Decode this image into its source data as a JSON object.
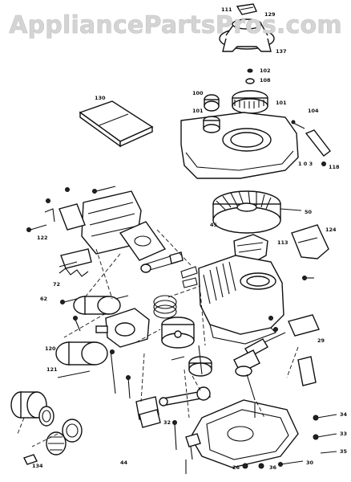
{
  "watermark": "AppliancePartsPros.com",
  "labels": [
    {
      "id": "111",
      "text": "111"
    },
    {
      "id": "129",
      "text": "129"
    },
    {
      "id": "137",
      "text": "137"
    },
    {
      "id": "102",
      "text": "102"
    },
    {
      "id": "108",
      "text": "108"
    },
    {
      "id": "130",
      "text": "130"
    },
    {
      "id": "100",
      "text": "100"
    },
    {
      "id": "101a",
      "text": "101"
    },
    {
      "id": "101b",
      "text": "101"
    },
    {
      "id": "104",
      "text": "104"
    },
    {
      "id": "103",
      "text": "1 0 3"
    },
    {
      "id": "118",
      "text": "118"
    },
    {
      "id": "50",
      "text": "50"
    },
    {
      "id": "45",
      "text": "45"
    },
    {
      "id": "113",
      "text": "113"
    },
    {
      "id": "124",
      "text": "124"
    },
    {
      "id": "122",
      "text": "122"
    },
    {
      "id": "72",
      "text": "72"
    },
    {
      "id": "62",
      "text": "62"
    },
    {
      "id": "120",
      "text": "120"
    },
    {
      "id": "121",
      "text": "121"
    },
    {
      "id": "134",
      "text": "134"
    },
    {
      "id": "34",
      "text": "34"
    },
    {
      "id": "33",
      "text": "33"
    },
    {
      "id": "35",
      "text": "35"
    },
    {
      "id": "30",
      "text": "30"
    },
    {
      "id": "36",
      "text": "36"
    },
    {
      "id": "26",
      "text": "26"
    },
    {
      "id": "32",
      "text": "32"
    },
    {
      "id": "44",
      "text": "44"
    },
    {
      "id": "29",
      "text": "29"
    }
  ]
}
